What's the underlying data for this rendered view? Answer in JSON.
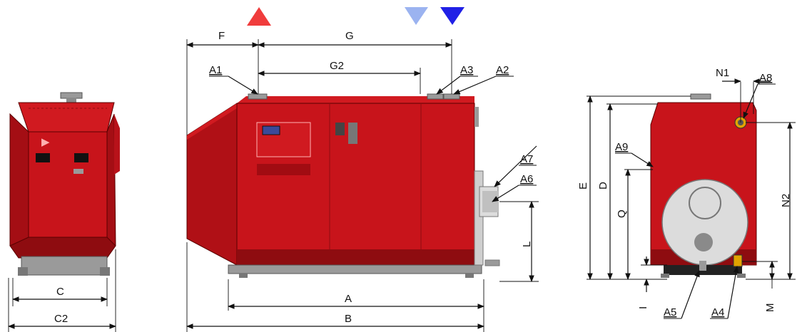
{
  "colors": {
    "boiler_red": "#c8141b",
    "boiler_dark_red": "#8e0c10",
    "boiler_mid_red": "#b01016",
    "flow_arrow": "#f03c3c",
    "return_arrow_light": "#9bb3f0",
    "return_arrow_dark": "#2020e6",
    "base_grey": "#9a9a9a",
    "door_grey": "#dcdcdc"
  },
  "flow_symbols": [
    {
      "name": "flow-arrow-icon",
      "color": "#f03c3c"
    },
    {
      "name": "return-light-arrow-icon",
      "color": "#9bb3f0"
    },
    {
      "name": "return-dark-arrow-icon",
      "color": "#2020e6"
    }
  ],
  "dimensions": {
    "A": "A",
    "B": "B",
    "C": "C",
    "C2": "C2",
    "D": "D",
    "E": "E",
    "F": "F",
    "G": "G",
    "G2": "G2",
    "I": "I",
    "L": "L",
    "M": "M",
    "N1": "N1",
    "N2": "N2",
    "Q": "Q"
  },
  "connections": {
    "A1": "A1",
    "A2": "A2",
    "A3": "A3",
    "A4": "A4",
    "A5": "A5",
    "A6": "A6",
    "A7": "A7",
    "A8": "A8",
    "A9": "A9"
  }
}
